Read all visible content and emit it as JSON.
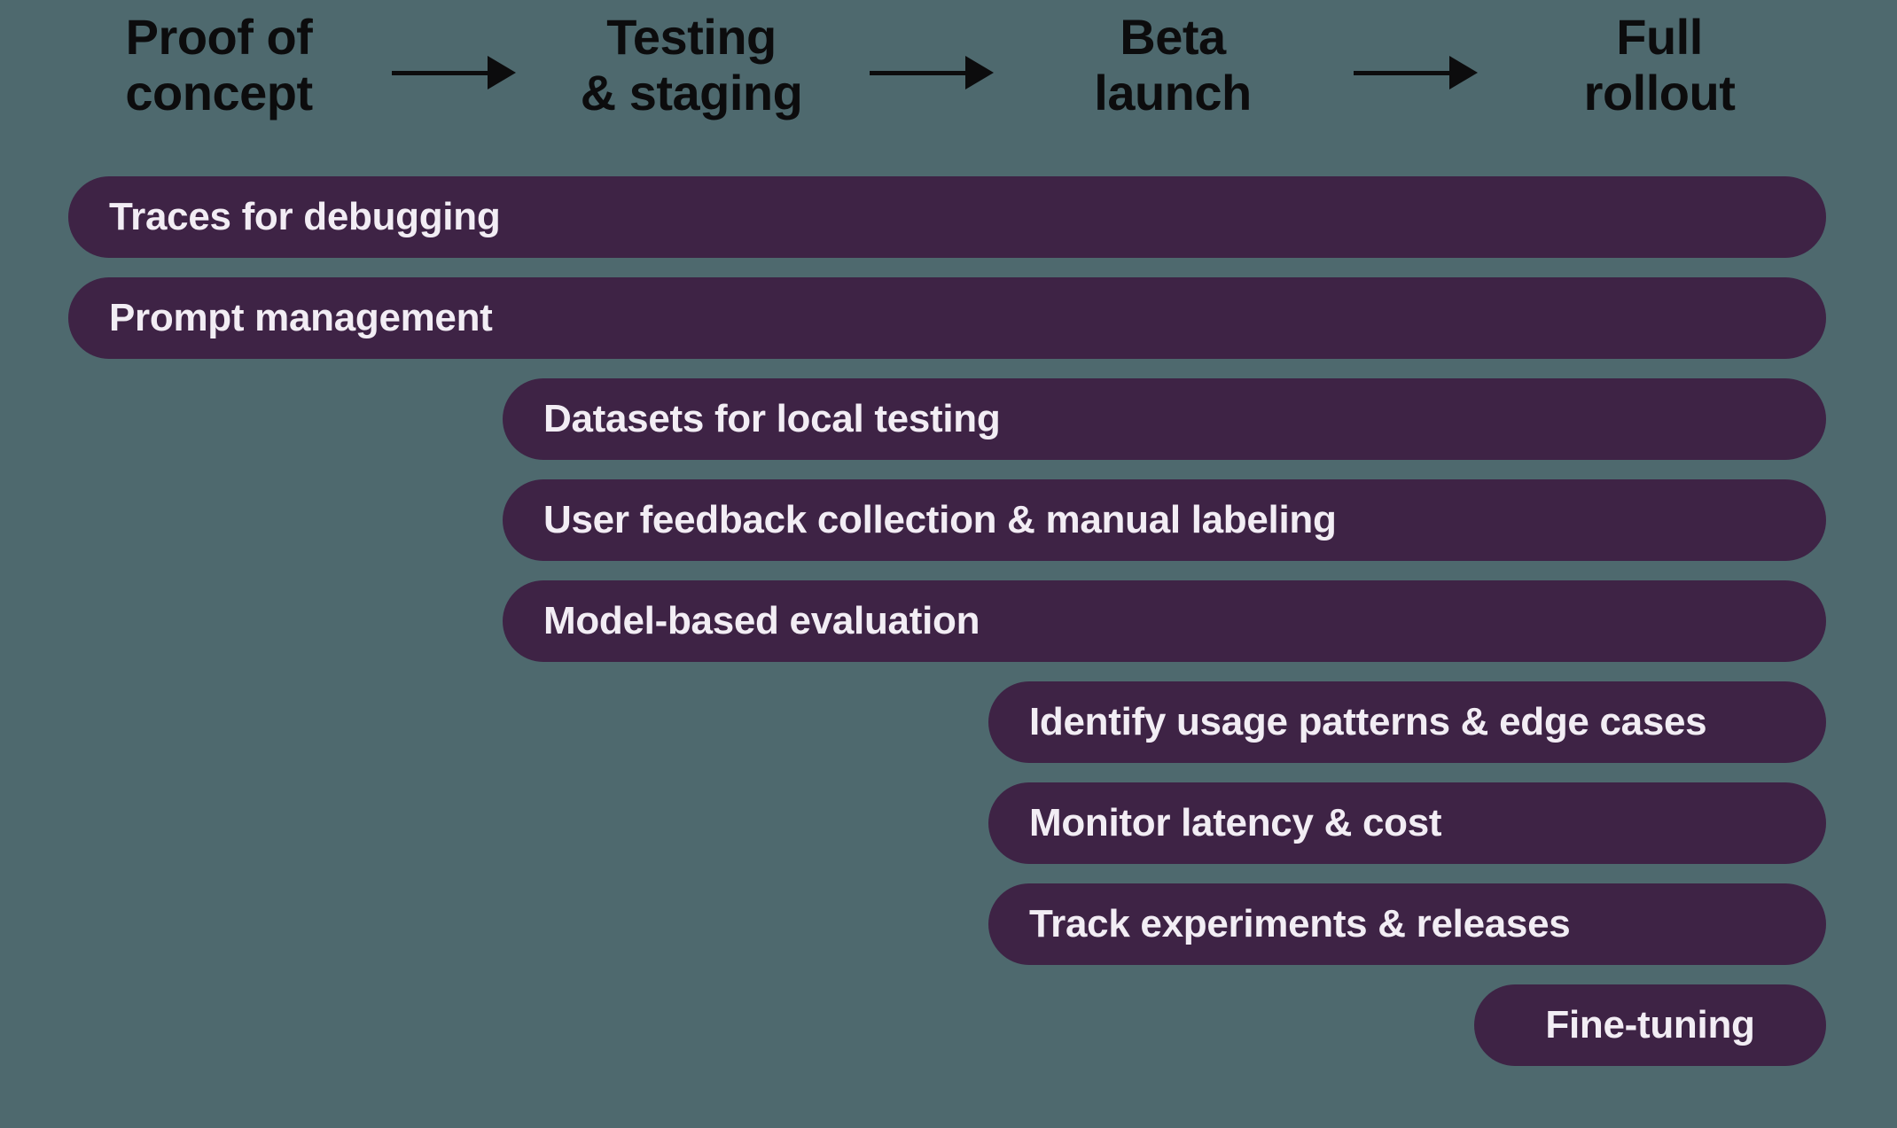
{
  "colors": {
    "background": "#4e696e",
    "bar_fill": "#3e2345",
    "bar_text": "#f2edf4",
    "header_text": "#0c0c0d",
    "arrow": "#0c0c0d"
  },
  "stages": [
    {
      "line1": "Proof of",
      "line2": "concept"
    },
    {
      "line1": "Testing",
      "line2": "& staging"
    },
    {
      "line1": "Beta",
      "line2": "launch"
    },
    {
      "line1": "Full",
      "line2": "rollout"
    }
  ],
  "bars": [
    {
      "label": "Traces for debugging",
      "start_stage": "Proof of concept",
      "end_stage": "Full rollout"
    },
    {
      "label": "Prompt management",
      "start_stage": "Proof of concept",
      "end_stage": "Full rollout"
    },
    {
      "label": "Datasets for local testing",
      "start_stage": "Testing & staging",
      "end_stage": "Full rollout"
    },
    {
      "label": "User feedback collection & manual labeling",
      "start_stage": "Testing & staging",
      "end_stage": "Full rollout"
    },
    {
      "label": "Model-based evaluation",
      "start_stage": "Testing & staging",
      "end_stage": "Full rollout"
    },
    {
      "label": "Identify usage patterns & edge cases",
      "start_stage": "Beta launch",
      "end_stage": "Full rollout"
    },
    {
      "label": "Monitor latency & cost",
      "start_stage": "Beta launch",
      "end_stage": "Full rollout"
    },
    {
      "label": "Track experiments & releases",
      "start_stage": "Beta launch",
      "end_stage": "Full rollout"
    },
    {
      "label": "Fine-tuning",
      "start_stage": "Full rollout",
      "end_stage": "Full rollout"
    }
  ]
}
